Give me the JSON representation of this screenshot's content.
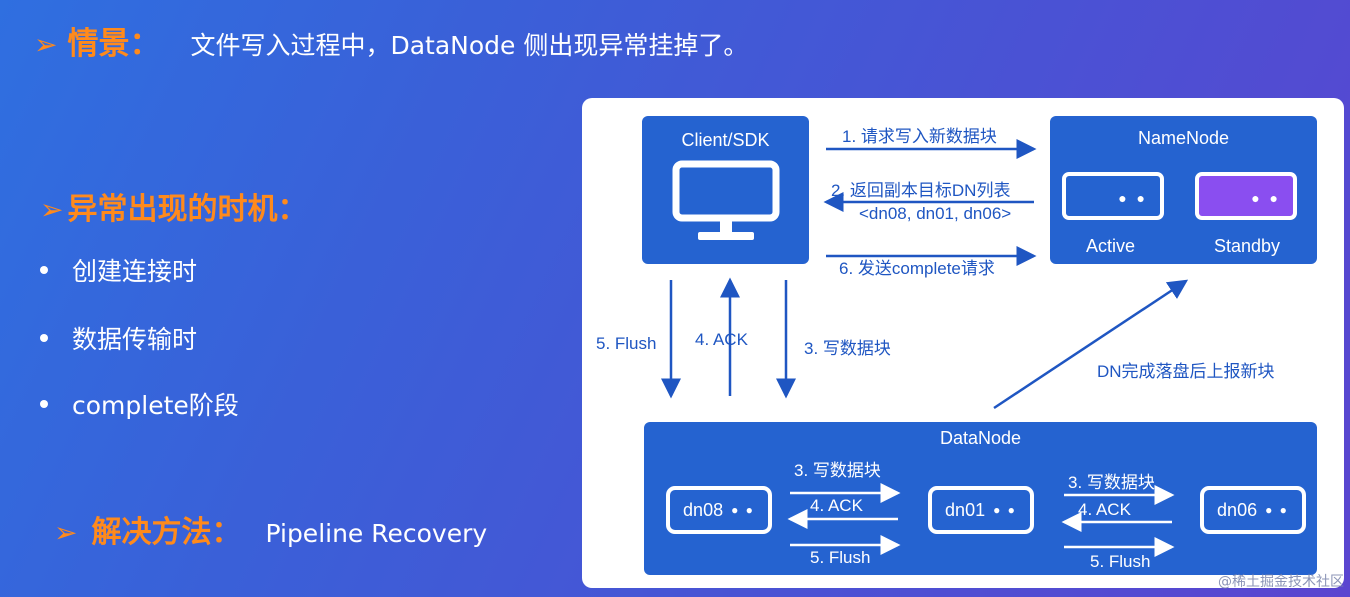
{
  "scenario": {
    "marker": "➢",
    "heading": "情景：",
    "text": "文件写入过程中，DataNode 侧出现异常挂掉了。"
  },
  "timing": {
    "marker": "➢",
    "heading": "异常出现的时机："
  },
  "bullets": [
    "创建连接时",
    "数据传输时",
    "complete阶段"
  ],
  "solution": {
    "marker": "➢",
    "heading": "解决方法：",
    "text": "Pipeline Recovery"
  },
  "diagram": {
    "client": {
      "title": "Client/SDK",
      "icon": "monitor-icon"
    },
    "namenode": {
      "title": "NameNode",
      "active_label": "Active",
      "standby_label": "Standby",
      "active_dots": "● ●",
      "standby_dots": "● ●"
    },
    "datanode": {
      "title": "DataNode",
      "nodes": [
        {
          "label": "dn08",
          "dots": "● ●"
        },
        {
          "label": "dn01",
          "dots": "● ●"
        },
        {
          "label": "dn06",
          "dots": "● ●"
        }
      ]
    },
    "client_nn_labels": {
      "request": "1. 请求写入新数据块",
      "return": "2. 返回副本目标DN列表",
      "return_list": "<dn08, dn01, dn06>",
      "complete": "6. 发送complete请求"
    },
    "client_dn_labels": {
      "flush": "5. Flush",
      "ack": "4. ACK",
      "write": "3. 写数据块"
    },
    "dn_report": "DN完成落盘后上报新块",
    "dn_chain_labels": [
      {
        "write": "3. 写数据块",
        "ack": "4. ACK",
        "flush": "5. Flush"
      },
      {
        "write": "3. 写数据块",
        "ack": "4. ACK",
        "flush": "5. Flush"
      }
    ],
    "colors": {
      "node": "#2563d0",
      "arrow": "#1f56c2",
      "standby": "#8a4ef0",
      "accent": "#ff8a1c"
    }
  },
  "watermark": "@稀土掘金技术社区"
}
